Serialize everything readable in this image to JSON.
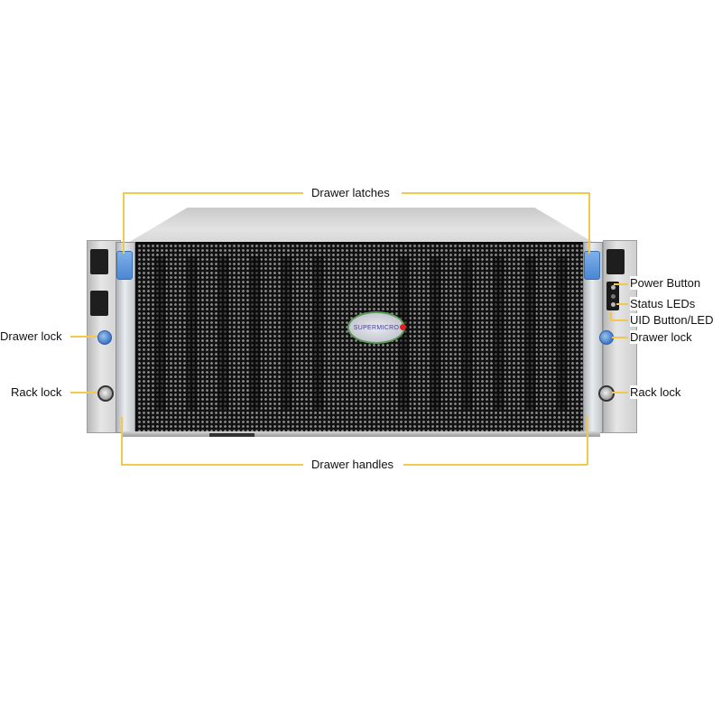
{
  "diagram": {
    "subject": "Server chassis front view",
    "brand_logo": "SUPERMICRO",
    "colors": {
      "callout_line": "#f2c94c",
      "latch_blue": "#4a86d3",
      "grille": "#121212",
      "background": "#ffffff"
    },
    "callouts": {
      "top": {
        "label": "Drawer latches"
      },
      "bottom": {
        "label": "Drawer handles"
      },
      "left": [
        {
          "label": "Drawer lock"
        },
        {
          "label": "Rack lock"
        }
      ],
      "right": [
        {
          "label": "Power Button"
        },
        {
          "label": "Status LEDs"
        },
        {
          "label": "UID Button/LED"
        },
        {
          "label": "Drawer lock"
        },
        {
          "label": "Rack lock"
        }
      ]
    }
  }
}
